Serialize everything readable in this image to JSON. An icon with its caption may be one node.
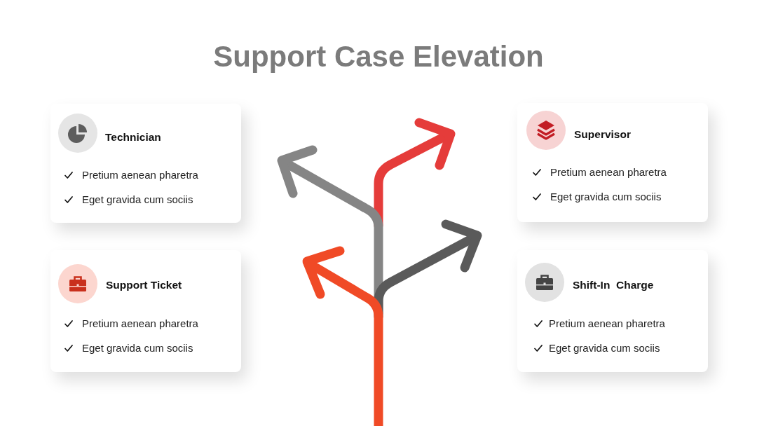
{
  "diagram": {
    "title": "Support Case Elevation",
    "nodes": [
      {
        "text": [
          "Technician",
          "Pretium aenean pharetra",
          "Eget gravida cum sociis"
        ]
      },
      {
        "text": [
          "Supervisor",
          "Pretium aenean pharetra",
          "Eget gravida cum sociis"
        ]
      },
      {
        "text": [
          "Support Ticket",
          "Pretium aenean pharetra",
          "Eget gravida cum sociis"
        ]
      },
      {
        "text": [
          "Shift-In  Charge",
          "Pretium aenean pharetra",
          "Eget gravida cum sociis"
        ]
      }
    ]
  }
}
